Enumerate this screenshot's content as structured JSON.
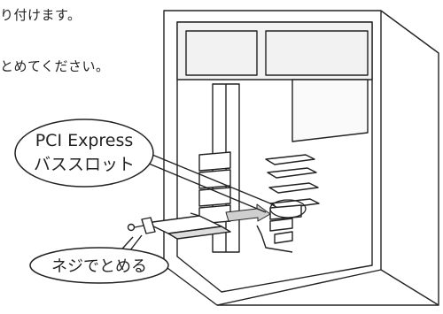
{
  "instructions": {
    "line1": "り付けます。",
    "line2": "とめてください。"
  },
  "illustration": {
    "callout_slot": [
      "PCI Express",
      "バススロット"
    ],
    "callout_screw": "ネジでとめる"
  }
}
